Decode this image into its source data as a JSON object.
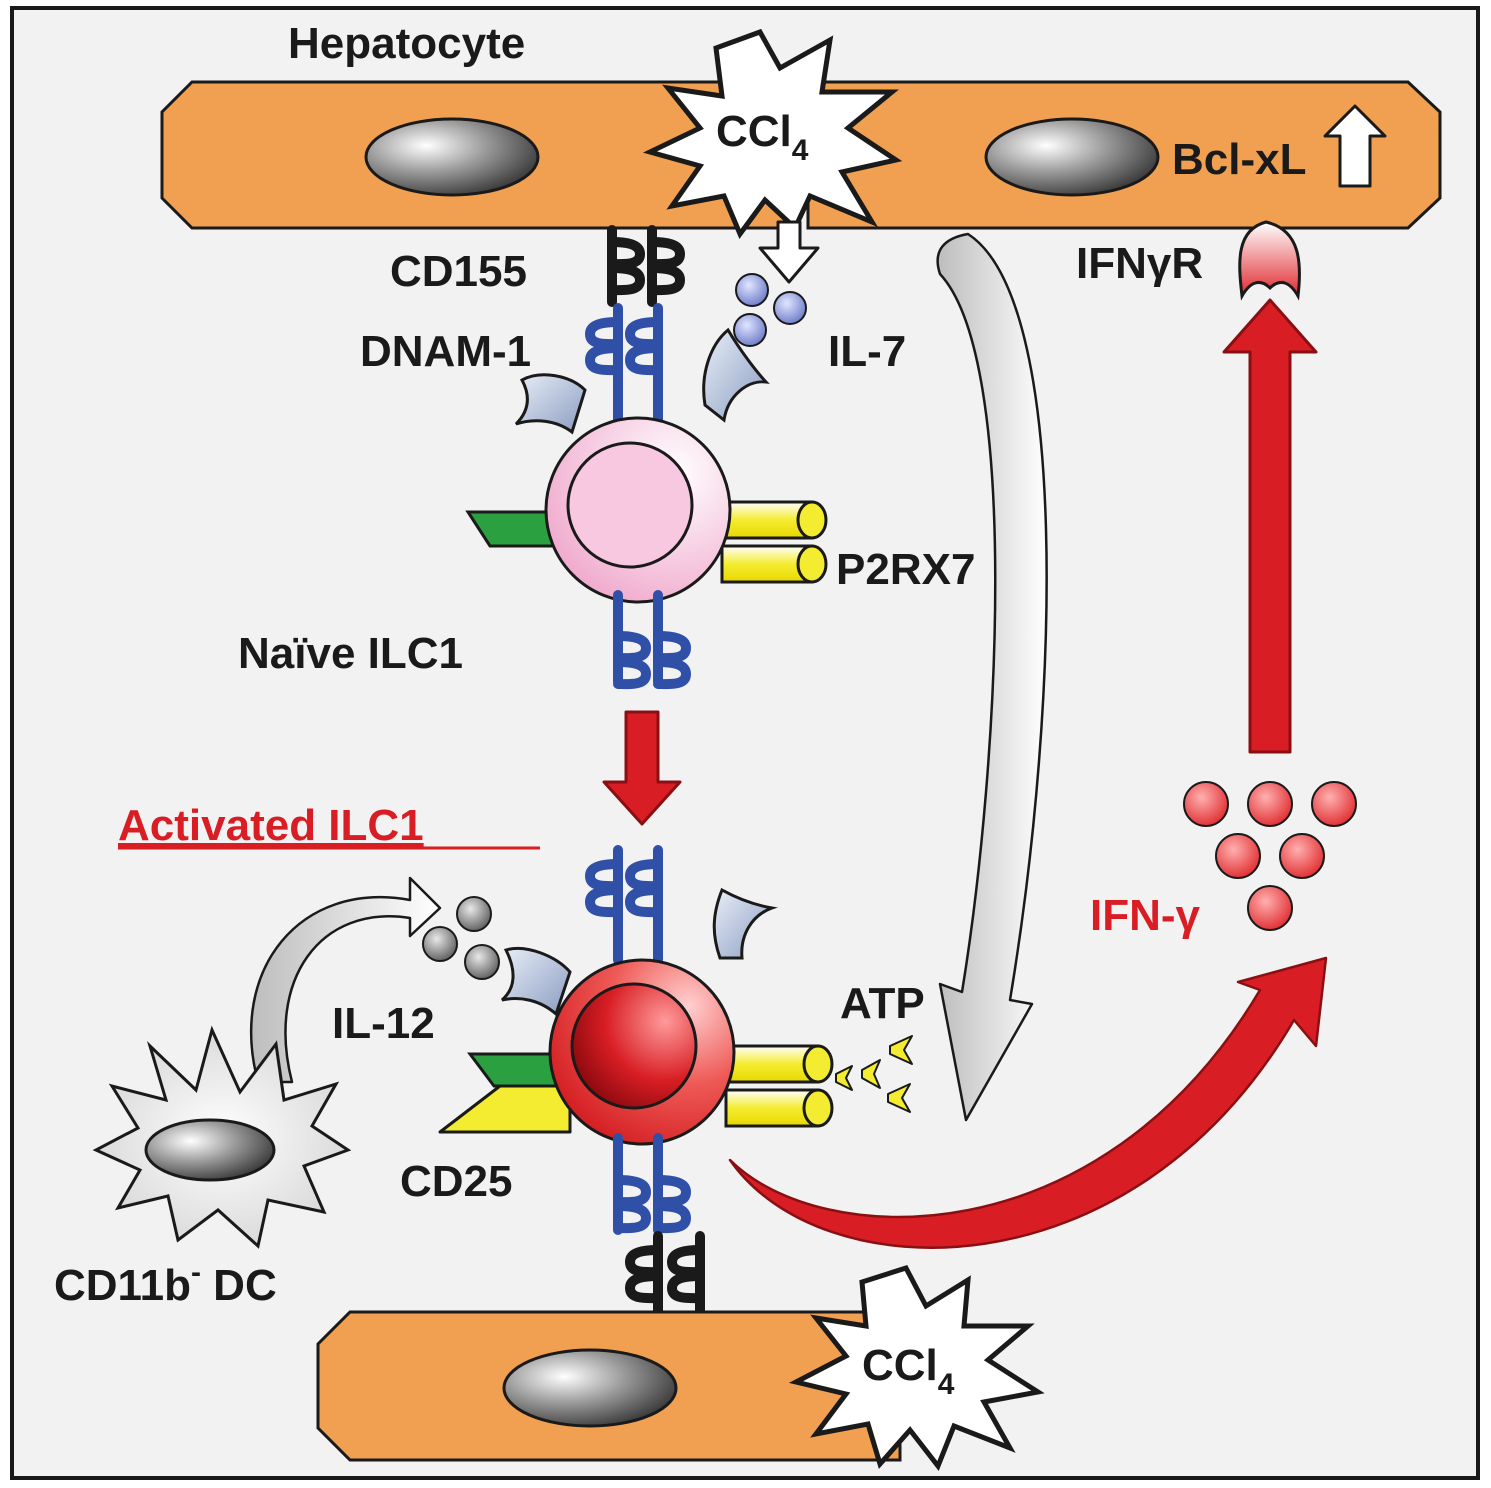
{
  "labels": {
    "hepatocyte": "Hepatocyte",
    "ccl4_top": "CCl",
    "ccl4_top_sub": "4",
    "bclxl": "Bcl-xL",
    "cd155": "CD155",
    "dnam1": "DNAM-1",
    "il7": "IL-7",
    "ifngr": "IFNγR",
    "p2rx7": "P2RX7",
    "naive_ilc1": "Naïve ILC1",
    "activated_ilc1": "Activated ILC1",
    "il12": "IL-12",
    "atp": "ATP",
    "cd25": "CD25",
    "ifng": "IFN-γ",
    "cd11b_dc": "CD11b",
    "cd11b_dc_sup": "-",
    "cd11b_dc_suffix": " DC",
    "ccl4_bottom": "CCl",
    "ccl4_bottom_sub": "4"
  },
  "colors": {
    "hepatocyte_fill": "#f0a050",
    "naive_cell": "#f5b8d8",
    "activated_cell": "#e8403c",
    "ifn_red": "#d81e24",
    "receptor_blue": "#3050a8",
    "il7_ball": "#8090d0",
    "il12_ball": "#808080",
    "cd25_yellow": "#f2e81a",
    "green": "#2aa040",
    "background": "#f2f2f2"
  }
}
